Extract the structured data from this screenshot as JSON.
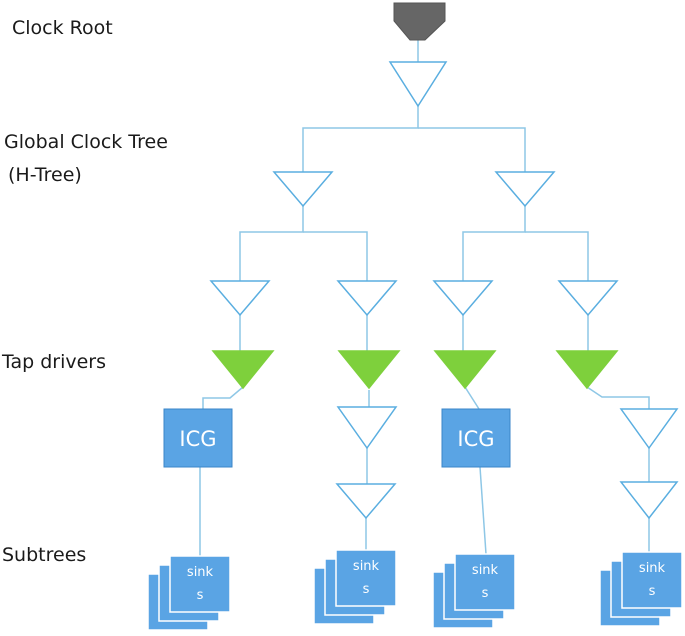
{
  "labels": {
    "clock_root": "Clock Root",
    "global_tree_line1": "Global Clock Tree",
    "global_tree_line2": "(H-Tree)",
    "tap_drivers": "Tap drivers",
    "subtrees": "Subtrees"
  },
  "icg_label": "ICG",
  "sink_label_line1": "sink",
  "sink_label_line2": "s",
  "colors": {
    "wire": "#8ec7e6",
    "buffer_stroke": "#5aaee0",
    "root_fill": "#666666",
    "tap_fill": "#7ed03c",
    "block_fill": "#5aa4e4",
    "block_stroke": "#3b86c8"
  }
}
